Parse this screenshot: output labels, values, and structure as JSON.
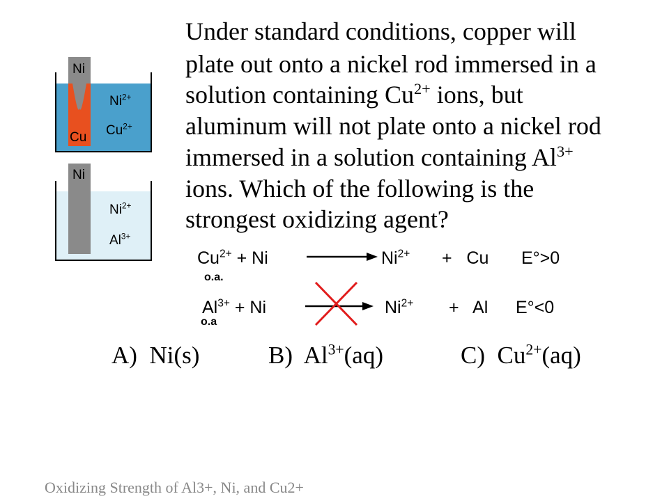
{
  "colors": {
    "solution_cu": "#4aa0cc",
    "solution_al": "#dff0f7",
    "copper": "#e8501f",
    "rod": "#8a8a8a",
    "cross": "#e11c1c"
  },
  "question": {
    "lines": [
      "Under standard conditions, copper will",
      "plate out onto a nickel rod immersed in a",
      "solution containing Cu",
      "ions, but",
      "aluminum will not plate onto a nickel rod",
      "immersed in a solution containing Al",
      "ions.  Which of the following is the",
      "strongest oxidizing agent?"
    ],
    "sup_cu": "2+",
    "sup_al": "3+"
  },
  "diagram1": {
    "rod": "Ni",
    "deposit": "Cu",
    "ion1": "Ni",
    "ion1_charge": "2+",
    "ion2": "Cu",
    "ion2_charge": "2+"
  },
  "diagram2": {
    "rod": "Ni",
    "ion1": "Ni",
    "ion1_charge": "2+",
    "ion2": "Al",
    "ion2_charge": "3+"
  },
  "reaction1": {
    "reactant": "Cu",
    "reactant_charge": "2+",
    "plus_ni": " + Ni",
    "product": "Ni",
    "product_charge": "2+",
    "plus_metal": "+   Cu",
    "potential": "E°>0",
    "oa_label": "o.a."
  },
  "reaction2": {
    "reactant": "Al",
    "reactant_charge": "3+",
    "plus_ni": " + Ni",
    "product": "Ni",
    "product_charge": "2+",
    "plus_metal": "+   Al",
    "potential": "E°<0",
    "oa_label": "o.a"
  },
  "choices": [
    {
      "letter": "A)",
      "text": "Ni(s)",
      "sup": "",
      "after": ""
    },
    {
      "letter": "B)",
      "text": "Al",
      "sup": "3+",
      "after": "(aq)"
    },
    {
      "letter": "C)",
      "text": "Cu",
      "sup": "2+",
      "after": "(aq)"
    }
  ],
  "footer": "Oxidizing Strength of Al3+, Ni, and Cu2+"
}
